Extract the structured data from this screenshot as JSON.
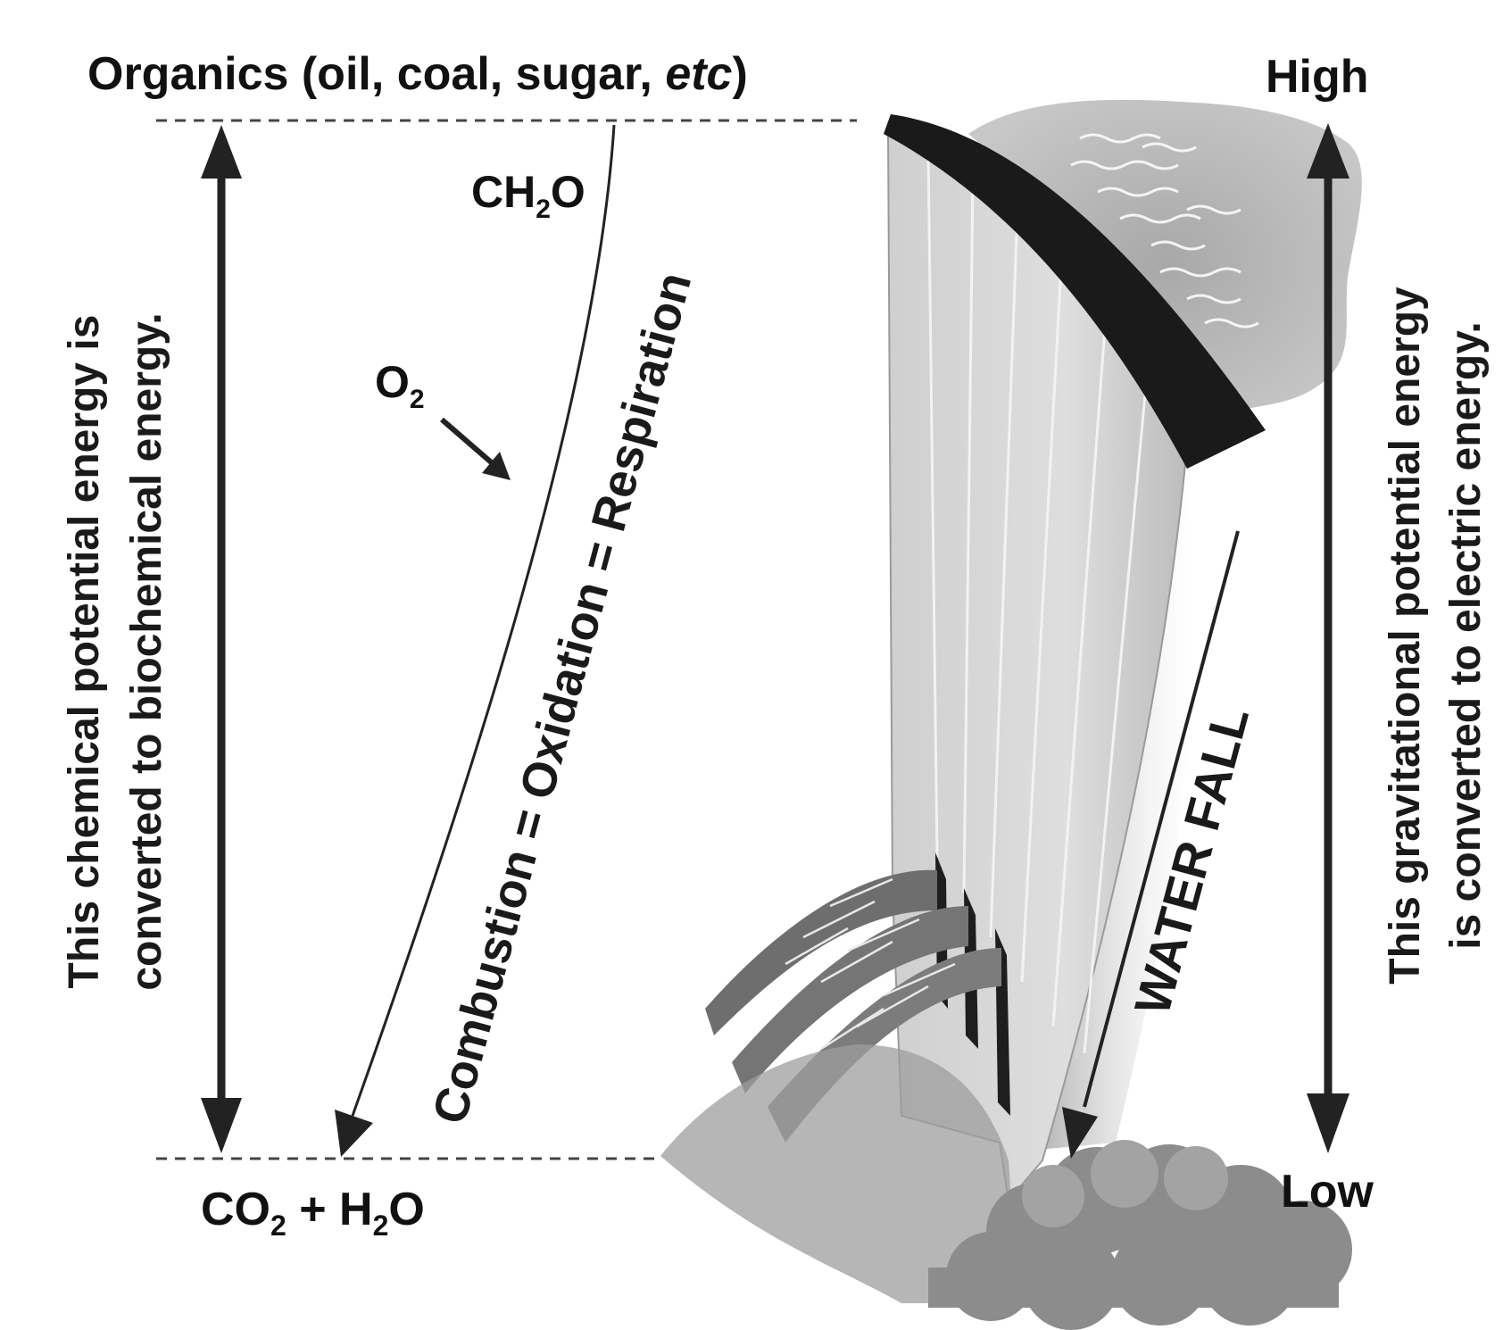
{
  "left_panel": {
    "top_label_main": "Organics (oil, coal, sugar, ",
    "top_label_italic": "etc",
    "top_label_close": ")",
    "bottom_label": {
      "co": "CO",
      "co_sub": "2",
      "plus_h": " + H",
      "h_sub": "2",
      "o": "O"
    },
    "vertical_caption_line1": "This chemical potential energy is",
    "vertical_caption_line2": "converted to biochemical energy.",
    "ch2o": {
      "ch": "CH",
      "sub": "2",
      "o": "O"
    },
    "o2": {
      "o": "O",
      "sub": "2"
    },
    "diagonal_caption": "Combustion = Oxidation = Respiration"
  },
  "right_panel": {
    "high_label": "High",
    "low_label": "Low",
    "waterfall_label": "WATER FALL",
    "vertical_caption_line1": "This gravitational potential energy",
    "vertical_caption_line2": "is converted to electric energy."
  }
}
